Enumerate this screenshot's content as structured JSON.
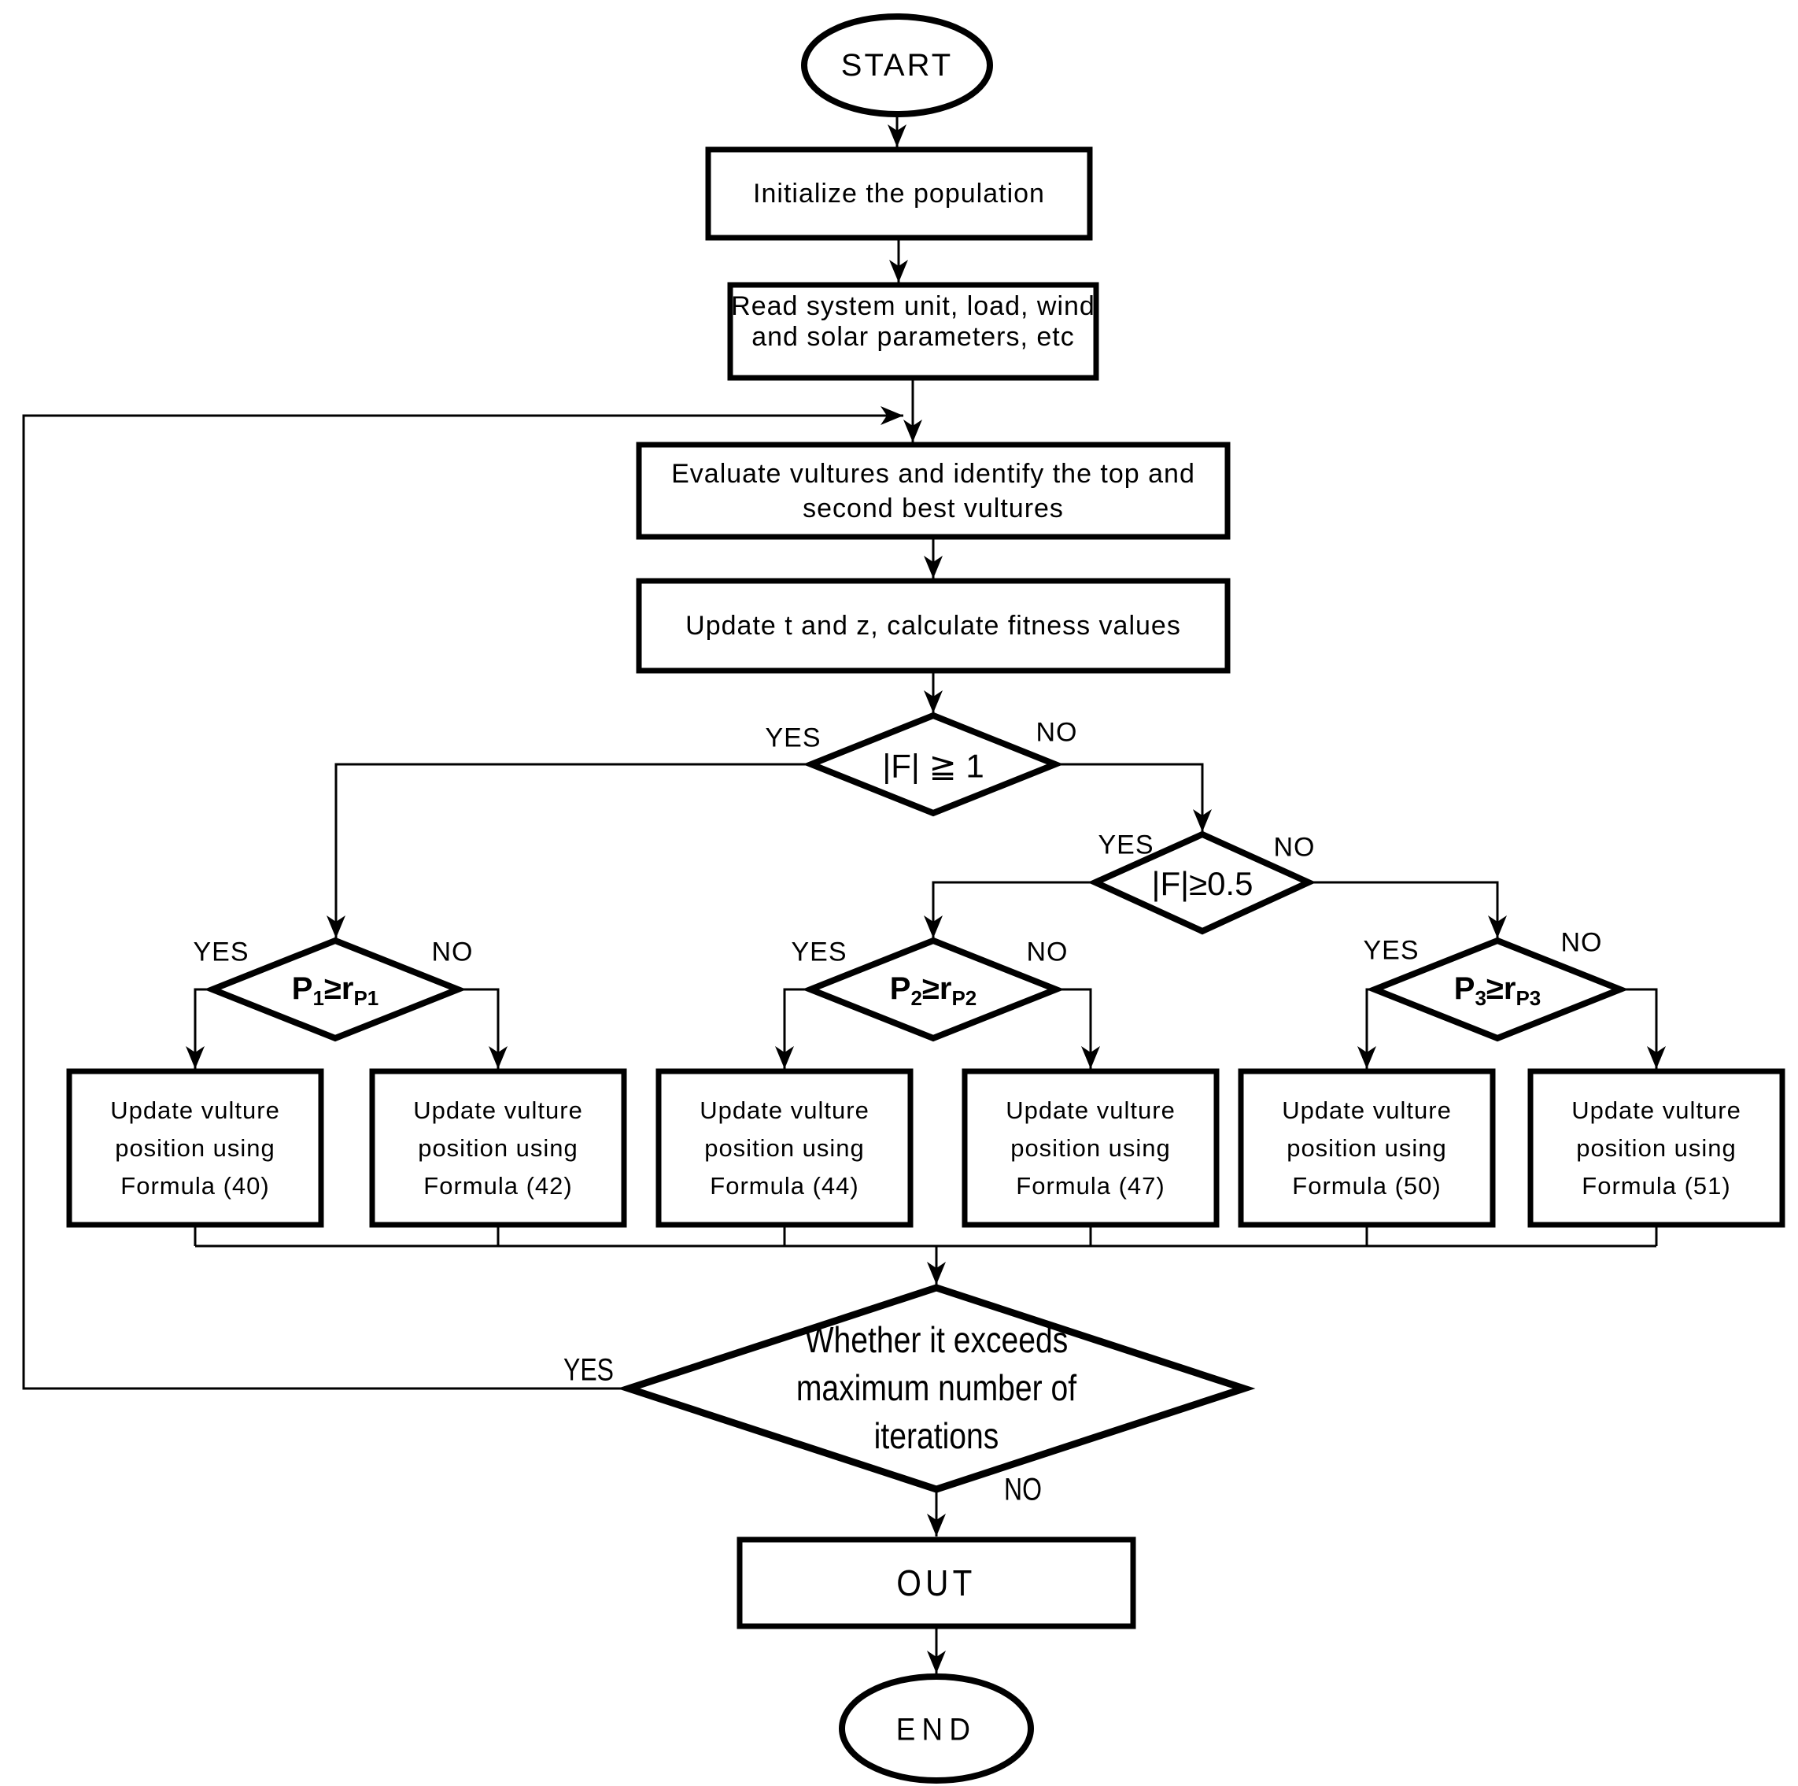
{
  "flowchart": {
    "start": {
      "label": "START"
    },
    "boxes": {
      "initialize": {
        "text": "Initialize the population"
      },
      "read": {
        "text": "Read system unit, load, wind and solar parameters, etc"
      },
      "evaluate": {
        "text": "Evaluate vultures and identify the top and second best vultures"
      },
      "update_tz": {
        "text": "Update t and z, calculate fitness values"
      },
      "out": {
        "text": "OUT"
      }
    },
    "decisions": {
      "f1": {
        "condition": "|F| ≧ 1",
        "yes": "YES",
        "no": "NO"
      },
      "f05": {
        "condition": "|F|≥0.5",
        "yes": "YES",
        "no": "NO"
      },
      "p1": {
        "lhs": "P",
        "lhs_sub": "1",
        "op": "≥",
        "rhs": "r",
        "rhs_sub": "P1",
        "yes": "YES",
        "no": "NO"
      },
      "p2": {
        "lhs": "P",
        "lhs_sub": "2",
        "op": "≥",
        "rhs": "r",
        "rhs_sub": "P2",
        "yes": "YES",
        "no": "NO"
      },
      "p3": {
        "lhs": "P",
        "lhs_sub": "3",
        "op": "≥",
        "rhs": "r",
        "rhs_sub": "P3",
        "yes": "YES",
        "no": "NO"
      },
      "iterations": {
        "line1": "Whether it exceeds",
        "line2": "maximum number of",
        "line3": "iterations",
        "yes": "YES",
        "no": "NO"
      }
    },
    "update_boxes": [
      {
        "text": "Update vulture position using",
        "formula": "Formula (40)"
      },
      {
        "text": "Update vulture position using",
        "formula": "Formula (42)"
      },
      {
        "text": "Update vulture position using",
        "formula": "Formula (44)"
      },
      {
        "text": "Update vulture position using",
        "formula": "Formula (47)"
      },
      {
        "text": "Update vulture position using",
        "formula": "Formula (50)"
      },
      {
        "text": "Update vulture position using",
        "formula": "Formula (51)"
      }
    ],
    "end": {
      "label": "END"
    }
  }
}
